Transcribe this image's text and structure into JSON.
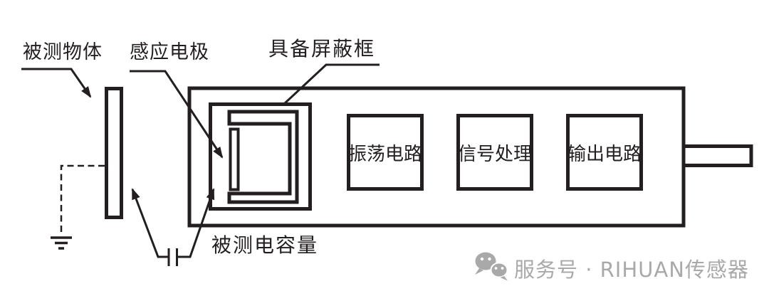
{
  "labels": {
    "measured_object": "被测物体",
    "sensing_electrode": "感应电极",
    "shield_frame": "具备屏蔽框",
    "measured_capacitance": "被测电容量"
  },
  "blocks": [
    {
      "label": "振荡电路"
    },
    {
      "label": "信号处理"
    },
    {
      "label": "输出电路"
    }
  ],
  "watermark": {
    "icon": "wechat-icon",
    "text": "服务号 · RIHUAN传感器",
    "color": "#a9a9a9"
  },
  "colors": {
    "line": "#231f20",
    "background": "#ffffff"
  }
}
